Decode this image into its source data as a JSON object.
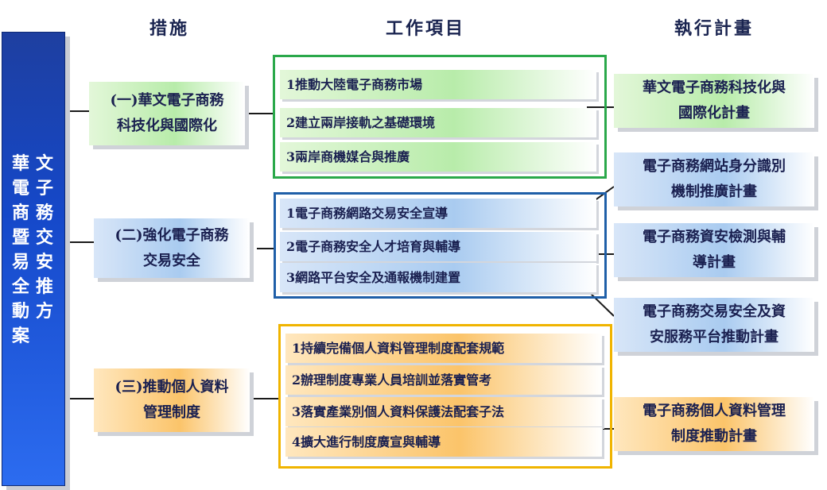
{
  "headers": {
    "measures": "措施",
    "work_items": "工作項目",
    "plans": "執行計畫"
  },
  "left_title": {
    "col_left": "華\n電\n商\n暨\n易\n全\n動\n案",
    "col_right": "文\n子\n務\n交\n安\n推\n方"
  },
  "measures": [
    {
      "label": "(一)華文電子商務\n科技化與國際化"
    },
    {
      "label": "(二)強化電子商務\n交易安全"
    },
    {
      "label": "(三)推動個人資料\n管理制度"
    }
  ],
  "work_groups": [
    {
      "items": [
        "1推動大陸電子商務市場",
        "2建立兩岸接軌之基礎環境",
        "3兩岸商機媒合與推廣"
      ]
    },
    {
      "items": [
        "1電子商務網路交易安全宣導",
        "2電子商務安全人才培育與輔導",
        "3網路平台安全及通報機制建置"
      ]
    },
    {
      "items": [
        "1持續完備個人資料管理制度配套規範",
        "2辦理制度專業人員培訓並落實管考",
        "3落實產業別個人資料保護法配套子法",
        "4擴大進行制度廣宣與輔導"
      ]
    }
  ],
  "plans": [
    {
      "label": "華文電子商務科技化與\n國際化計畫"
    },
    {
      "label": "電子商務網站身分識別\n機制推廣計畫"
    },
    {
      "label": "電子商務資安檢測與輔\n導計畫"
    },
    {
      "label": "電子商務交易安全及資\n安服務平台推動計畫"
    },
    {
      "label": "電子商務個人資料管理\n制度推動計畫"
    }
  ],
  "colors": {
    "group1_border": "#2aa84a",
    "group2_border": "#1f5fa8",
    "group3_border": "#f0b400",
    "banner": "#1548c9"
  }
}
